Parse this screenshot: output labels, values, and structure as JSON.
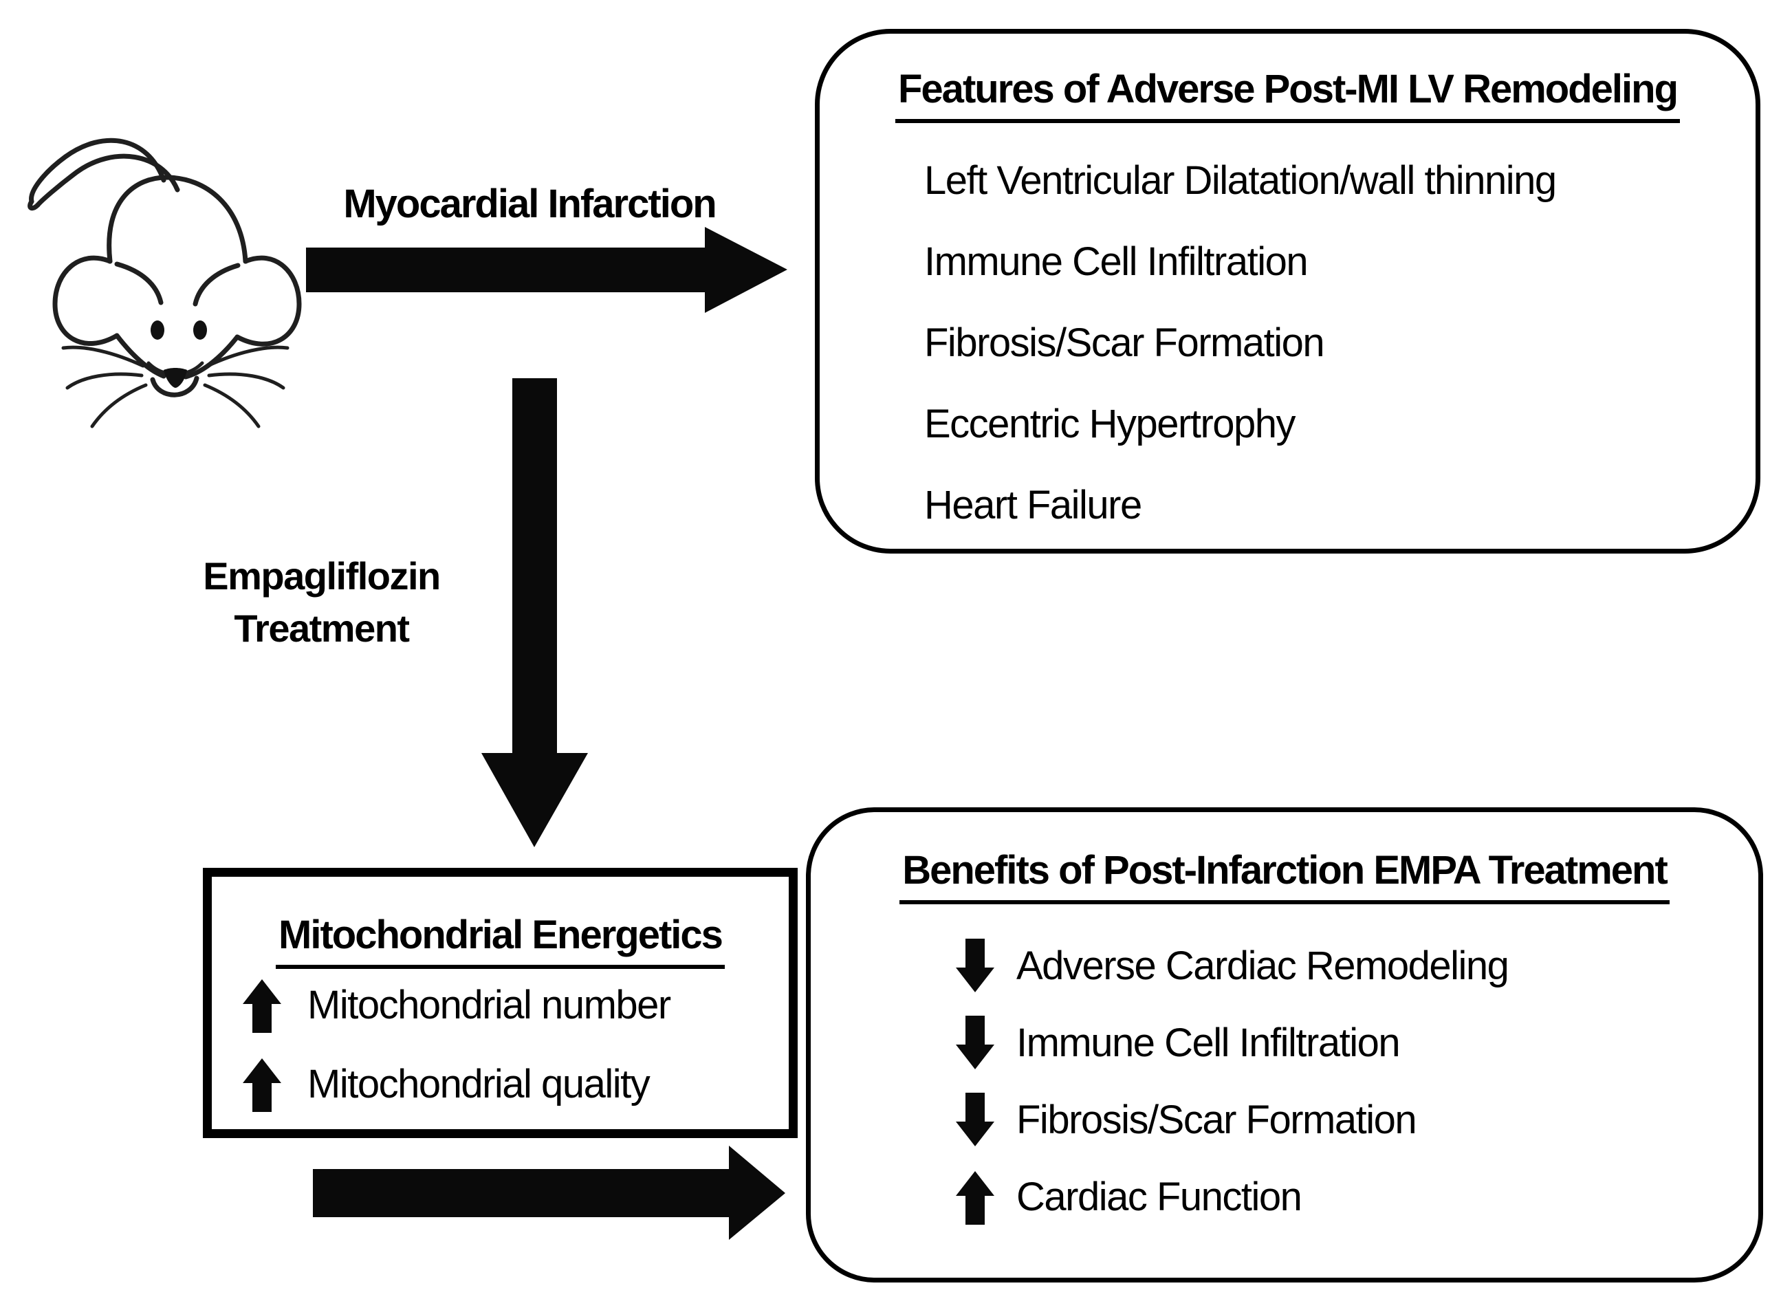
{
  "colors": {
    "ink": "#000000",
    "background": "#ffffff"
  },
  "labels": {
    "myocardial_infarction": "Myocardial Infarction",
    "empagliflozin_line1": "Empagliflozin",
    "empagliflozin_line2": "Treatment"
  },
  "features_box": {
    "title": "Features of Adverse Post-MI LV Remodeling",
    "items": [
      "Left Ventricular Dilatation/wall thinning",
      "Immune Cell Infiltration",
      "Fibrosis/Scar Formation",
      "Eccentric Hypertrophy",
      "Heart Failure"
    ]
  },
  "mitochondrial_box": {
    "title": "Mitochondrial Energetics",
    "items": [
      {
        "direction": "up",
        "label": "Mitochondrial number"
      },
      {
        "direction": "up",
        "label": "Mitochondrial quality"
      }
    ]
  },
  "benefits_box": {
    "title": "Benefits of Post-Infarction EMPA Treatment",
    "items": [
      {
        "direction": "down",
        "label": "Adverse Cardiac Remodeling"
      },
      {
        "direction": "down",
        "label": "Immune Cell Infiltration"
      },
      {
        "direction": "down",
        "label": "Fibrosis/Scar Formation"
      },
      {
        "direction": "up",
        "label": "Cardiac Function"
      }
    ]
  }
}
